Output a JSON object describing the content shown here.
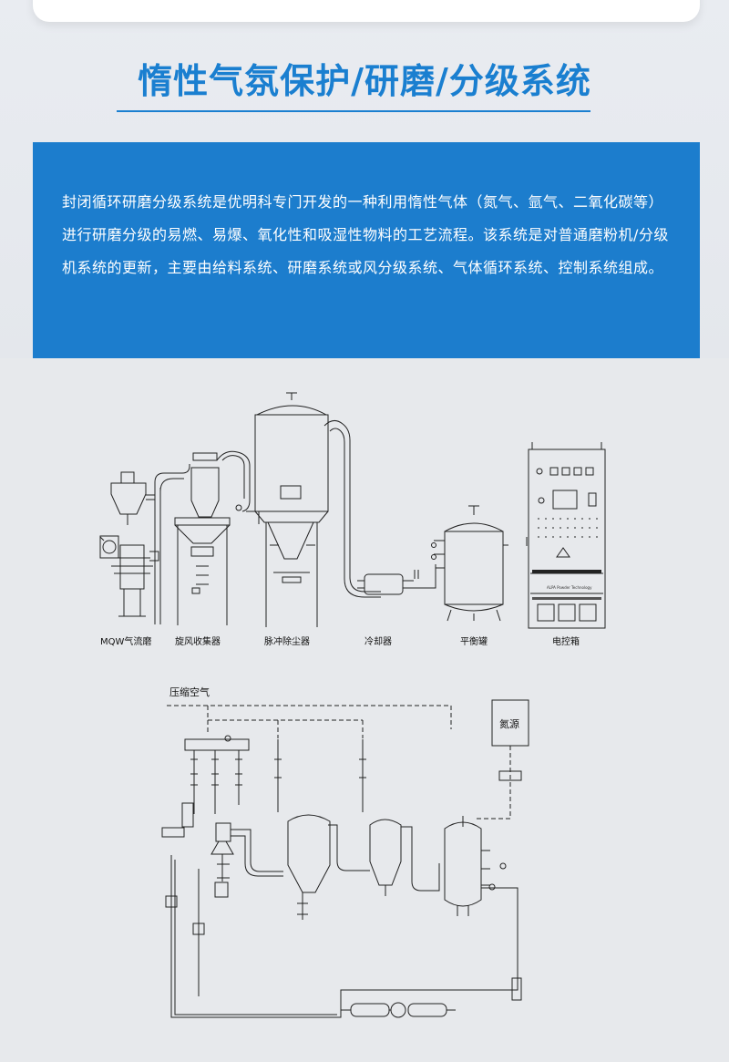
{
  "title": "惰性气氛保护/研磨/分级系统",
  "intro": "封闭循环研磨分级系统是优明科专门开发的一种利用惰性气体（氮气、氩气、二氧化碳等）进行研磨分级的易燃、易爆、氧化性和吸湿性物料的工艺流程。该系统是对普通磨粉机/分级机系统的更新，主要由给料系统、研磨系统或风分级系统、气体循环系统、控制系统组成。",
  "equipment_labels": [
    "MQW气流磨",
    "旋风收集器",
    "脉冲除尘器",
    "冷却器",
    "平衡罐",
    "电控箱"
  ],
  "panel_plate": [
    "ALPA Powder Technology"
  ],
  "flow_labels": {
    "compressed_air": "压缩空气",
    "nitrogen_source": "氮源"
  },
  "colors": {
    "title": "#1a7fd0",
    "box": "#1c7dcd",
    "line": "#222222"
  }
}
